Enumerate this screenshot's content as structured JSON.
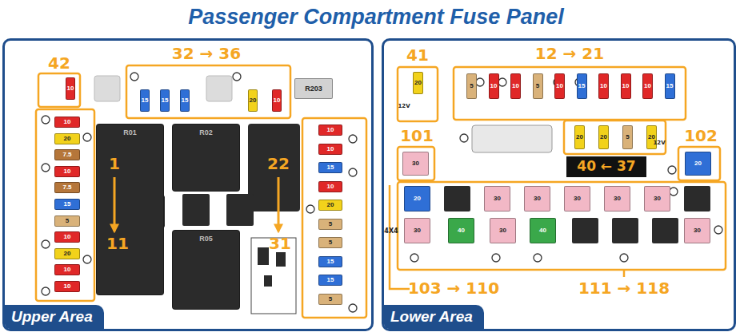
{
  "diagram": {
    "title": "Passenger Compartment Fuse Panel",
    "nodes": [
      {
        "text": [
          "Upper Area"
        ]
      },
      {
        "text": [
          "10"
        ],
        "in": 0
      },
      {
        "text": [
          "15"
        ],
        "in": 0
      },
      {
        "text": [
          "15"
        ],
        "in": 0
      },
      {
        "text": [
          "15"
        ],
        "in": 0
      },
      {
        "text": [
          "20"
        ],
        "in": 0
      },
      {
        "text": [
          "10"
        ],
        "in": 0
      },
      {
        "text": [
          "R203"
        ],
        "in": 0
      },
      {
        "text": [
          "10"
        ],
        "in": 0
      },
      {
        "text": [
          "20"
        ],
        "in": 0
      },
      {
        "text": [
          "7.5"
        ],
        "in": 0
      },
      {
        "text": [
          "10"
        ],
        "in": 0
      },
      {
        "text": [
          "7.5"
        ],
        "in": 0
      },
      {
        "text": [
          "15"
        ],
        "in": 0
      },
      {
        "text": [
          "5"
        ],
        "in": 0
      },
      {
        "text": [
          "10"
        ],
        "in": 0
      },
      {
        "text": [
          "20"
        ],
        "in": 0
      },
      {
        "text": [
          "10"
        ],
        "in": 0
      },
      {
        "text": [
          "10"
        ],
        "in": 0
      },
      {
        "text": [
          "R01"
        ],
        "in": 0
      },
      {
        "text": [
          "R02"
        ],
        "in": 0
      },
      {
        "text": [
          "R05"
        ],
        "in": 0
      },
      {
        "text": [
          "10"
        ],
        "in": 0
      },
      {
        "text": [
          "10"
        ],
        "in": 0
      },
      {
        "text": [
          "15"
        ],
        "in": 0
      },
      {
        "text": [
          "10"
        ],
        "in": 0
      },
      {
        "text": [
          "20"
        ],
        "in": 0
      },
      {
        "text": [
          "5"
        ],
        "in": 0
      },
      {
        "text": [
          "5"
        ],
        "in": 0
      },
      {
        "text": [
          "15"
        ],
        "in": 0
      },
      {
        "text": [
          "15"
        ],
        "in": 0
      },
      {
        "text": [
          "5"
        ],
        "in": 0
      },
      {
        "text": [
          "Lower Area"
        ]
      },
      {
        "text": [
          "20"
        ],
        "in": 32
      },
      {
        "text": [
          "5"
        ],
        "in": 32
      },
      {
        "text": [
          "10"
        ],
        "in": 32
      },
      {
        "text": [
          "10"
        ],
        "in": 32
      },
      {
        "text": [
          "5"
        ],
        "in": 32
      },
      {
        "text": [
          "10"
        ],
        "in": 32
      },
      {
        "text": [
          "15"
        ],
        "in": 32
      },
      {
        "text": [
          "10"
        ],
        "in": 32
      },
      {
        "text": [
          "10"
        ],
        "in": 32
      },
      {
        "text": [
          "10"
        ],
        "in": 32
      },
      {
        "text": [
          "15"
        ],
        "in": 32
      },
      {
        "text": [
          "30"
        ],
        "in": 32
      },
      {
        "text": [
          "20"
        ],
        "in": 32
      },
      {
        "text": [
          "20"
        ],
        "in": 32
      },
      {
        "text": [
          "5"
        ],
        "in": 32
      },
      {
        "text": [
          "20"
        ],
        "in": 32
      },
      {
        "text": [
          "20"
        ],
        "in": 32
      },
      {
        "text": [
          "20"
        ],
        "in": 32
      },
      {
        "text": [
          "30"
        ],
        "in": 32
      },
      {
        "text": [
          "30"
        ],
        "in": 32
      },
      {
        "text": [
          "30"
        ],
        "in": 32
      },
      {
        "text": [
          "30"
        ],
        "in": 32
      },
      {
        "text": [
          "30"
        ],
        "in": 32
      },
      {
        "text": [
          "30"
        ],
        "in": 32
      },
      {
        "text": [
          "40"
        ],
        "in": 32
      },
      {
        "text": [
          "30"
        ],
        "in": 32
      },
      {
        "text": [
          "40"
        ],
        "in": 32
      },
      {
        "text": [
          "30"
        ],
        "in": 32
      }
    ],
    "labels": [
      "42",
      "32 → 36",
      "1",
      "11",
      "22",
      "31",
      "41",
      "12 → 21",
      "101",
      "102",
      "40 ← 37",
      "103 → 110",
      "111 → 118",
      "4X4",
      "12V",
      "12V"
    ]
  }
}
